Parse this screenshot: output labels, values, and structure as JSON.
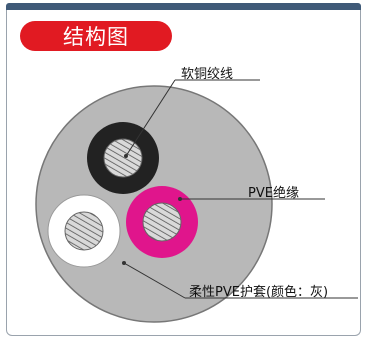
{
  "badge": {
    "title": "结构图",
    "color": "#e11a22"
  },
  "labels": {
    "conductor": "软铜绞线",
    "insulation": "PVE绝缘",
    "sheath": "柔性PVE护套(颜色：灰)"
  },
  "colors": {
    "header_bar": "#3f5a78",
    "sheath": "#b8b8b8",
    "core_black": "#222222",
    "core_magenta": "#e0158c",
    "core_white": "#ffffff",
    "copper": "#b5b5b5"
  }
}
